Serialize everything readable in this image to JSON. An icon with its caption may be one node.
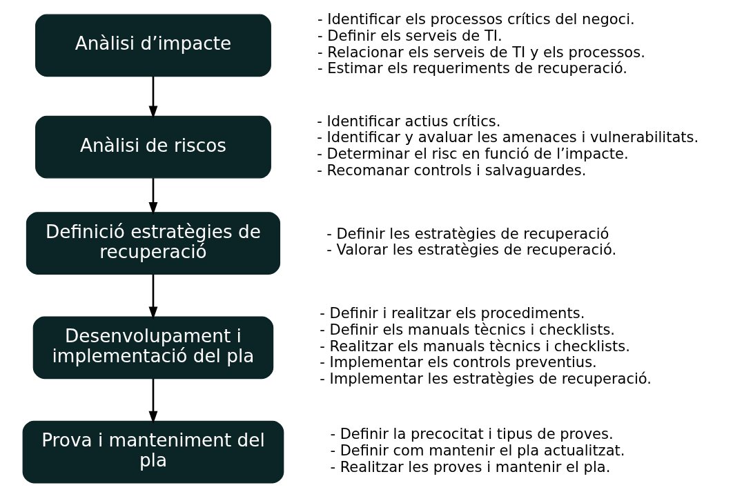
{
  "diagram": {
    "nodes": [
      {
        "text": [
          "Anàlisi d’impacte"
        ],
        "beside": [
          "- Identificar els processos crítics del negoci.",
          "- Definir els serveis de TI.",
          "- Relacionar els serveis de TI y els processos.",
          "- Estimar els requeriments de recuperació."
        ]
      },
      {
        "text": [
          "Anàlisi de riscos"
        ],
        "beside": [
          "- Identificar actius crítics.",
          "- Identificar y avaluar les amenaces i vulnerabilitats.",
          "- Determinar el risc en funció de l’impacte.",
          "- Recomanar controls i salvaguardes."
        ]
      },
      {
        "text": [
          "Definició estratègies de recuperació"
        ],
        "beside": [
          "- Definir les estratègies de recuperació",
          "- Valorar les estratègies de recuperació."
        ]
      },
      {
        "text": [
          "Desenvolupament i implementació del pla"
        ],
        "beside": [
          "- Definir i realitzar els procediments.",
          "- Definir els manuals tècnics i checklists.",
          "- Realitzar els manuals tècnics i checklists.",
          "- Implementar els controls preventius.",
          "- Implementar les estratègies de recuperació."
        ]
      },
      {
        "text": [
          "Prova i manteniment del pla"
        ],
        "beside": [
          "- Definir la precocitat i tipus de proves.",
          "- Definir com mantenir el pla actualitzat.",
          "- Realitzar les proves i mantenir el pla."
        ]
      }
    ],
    "edges": [
      {
        "from": 0,
        "to": 1,
        "arrow": "to"
      },
      {
        "from": 1,
        "to": 2,
        "arrow": "to"
      },
      {
        "from": 2,
        "to": 3,
        "arrow": "to"
      },
      {
        "from": 3,
        "to": 4,
        "arrow": "to"
      }
    ]
  }
}
